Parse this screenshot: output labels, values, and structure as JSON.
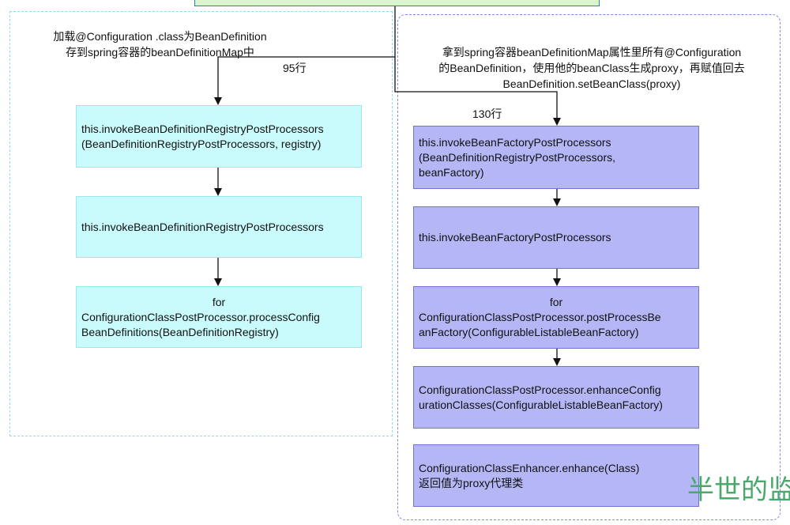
{
  "left_note": {
    "line1": "加载@Configuration .class为BeanDefinition",
    "line2": "存到spring容器的beanDefinitionMap中"
  },
  "right_note": {
    "line1": "拿到spring容器beanDefinitionMap属性里所有@Configuration",
    "line2": "的BeanDefinition，使用他的beanClass生成proxy，再赋值回去",
    "line3": "BeanDefinition.setBeanClass(proxy)"
  },
  "left_step_label": "95行",
  "right_step_label": "130行",
  "left_nodes": [
    {
      "lines": [
        "this.invokeBeanDefinitionRegistryPostProcessors",
        "(BeanDefinitionRegistryPostProcessors, registry)"
      ]
    },
    {
      "lines": [
        "this.invokeBeanDefinitionRegistryPostProcessors"
      ]
    },
    {
      "first": "for",
      "lines": [
        "ConfigurationClassPostProcessor.processConfig",
        "BeanDefinitions(BeanDefinitionRegistry)"
      ]
    }
  ],
  "right_nodes": [
    {
      "lines": [
        "this.invokeBeanFactoryPostProcessors",
        "(BeanDefinitionRegistryPostProcessors,",
        "beanFactory)"
      ]
    },
    {
      "lines": [
        "this.invokeBeanFactoryPostProcessors"
      ]
    },
    {
      "first": "for",
      "lines": [
        "ConfigurationClassPostProcessor.postProcessBe",
        "anFactory(ConfigurableListableBeanFactory)"
      ]
    },
    {
      "lines": [
        "ConfigurationClassPostProcessor.enhanceConfig",
        "urationClasses(ConfigurableListableBeanFactory)"
      ]
    },
    {
      "lines": [
        "ConfigurationClassEnhancer.enhance(Class)",
        "返回值为proxy代理类"
      ]
    }
  ],
  "watermark": "半世的监",
  "colors": {
    "left_node_fill": "#c9fbfd",
    "right_node_fill": "#b4b6f6",
    "left_group_border": "#8fdde8",
    "right_group_border": "#7f8ce0",
    "top_box_fill": "#d9f5c9",
    "watermark": "#4aa86b"
  }
}
